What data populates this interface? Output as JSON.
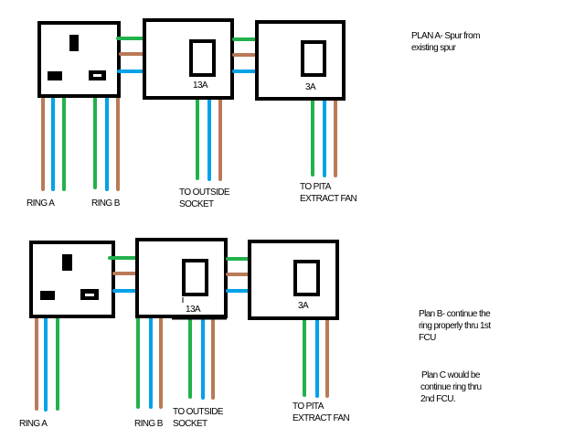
{
  "colors": {
    "earth": "#22b14c",
    "live": "#b97a57",
    "neutral": "#00a2e8",
    "outline": "#000000"
  },
  "plan_a": {
    "note_lines": [
      "PLAN A- Spur from",
      "existing spur"
    ],
    "fcu1_rating": "13A",
    "fcu2_rating": "3A",
    "ring_a": "RING A",
    "ring_b": "RING B",
    "outside_lines": [
      "TO OUTSIDE",
      "SOCKET"
    ],
    "fan_lines": [
      "TO PITA",
      "EXTRACT FAN"
    ]
  },
  "plan_b": {
    "note_lines": [
      "Plan B- continue the",
      "ring properly thru 1st",
      "FCU"
    ],
    "fcu1_rating": "13A",
    "fcu2_rating": "3A",
    "ring_a": "RING A",
    "ring_b": "RING B",
    "outside_lines": [
      "TO OUTSIDE",
      "SOCKET"
    ],
    "fan_lines": [
      "TO PITA",
      "EXTRACT FAN"
    ]
  },
  "plan_c": {
    "note_lines": [
      "Plan C would be",
      "continue ring thru",
      "2nd FCU."
    ]
  }
}
